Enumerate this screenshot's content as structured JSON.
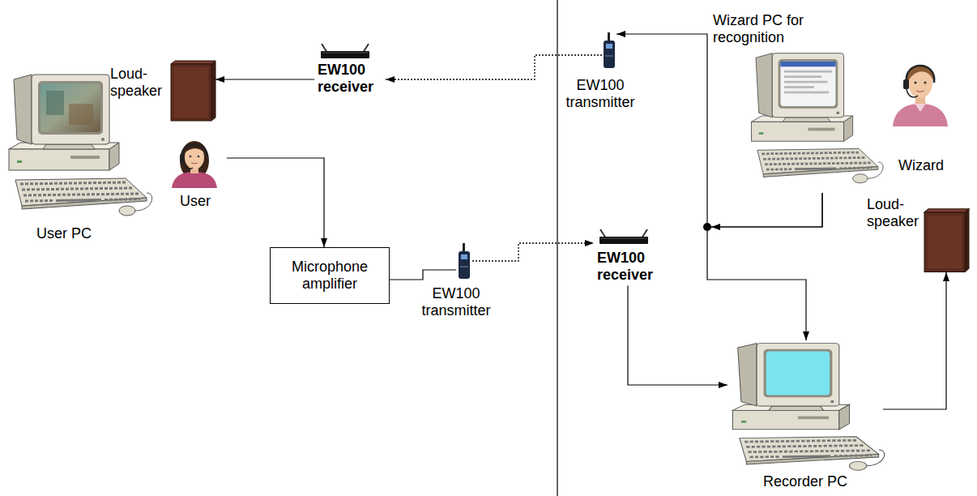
{
  "diagram": {
    "nodes": [
      {
        "text": [
          "Loud- speaker"
        ]
      },
      {
        "text": [
          "EW100 receiver"
        ]
      },
      {
        "text": [
          "User PC"
        ]
      },
      {
        "text": [
          "User"
        ]
      },
      {
        "text": [
          "Microphone amplifier"
        ]
      },
      {
        "text": [
          "EW100 transmitter"
        ]
      },
      {
        "text": [
          "EW100 transmitter"
        ]
      },
      {
        "text": [
          "Wizard PC for recognition"
        ]
      },
      {
        "text": [
          "Wizard"
        ]
      },
      {
        "text": [
          "Loud- speaker"
        ]
      },
      {
        "text": [
          "EW100 receiver"
        ]
      },
      {
        "text": [
          "Recorder PC"
        ]
      }
    ],
    "edges": [
      {
        "from": 3,
        "to": 4,
        "arrow": "to"
      },
      {
        "from": 4,
        "to": 5,
        "arrow": "none"
      },
      {
        "from": 5,
        "to": 10,
        "arrow": "to"
      },
      {
        "from": 10,
        "to": 11,
        "arrow": "to"
      },
      {
        "from": 7,
        "to": 6,
        "arrow": "to"
      },
      {
        "from": 7,
        "to": 11,
        "arrow": "to"
      },
      {
        "from": 6,
        "to": 1,
        "arrow": "to"
      },
      {
        "from": 1,
        "to": 0,
        "arrow": "to"
      },
      {
        "from": 11,
        "to": 9,
        "arrow": "to"
      }
    ]
  }
}
